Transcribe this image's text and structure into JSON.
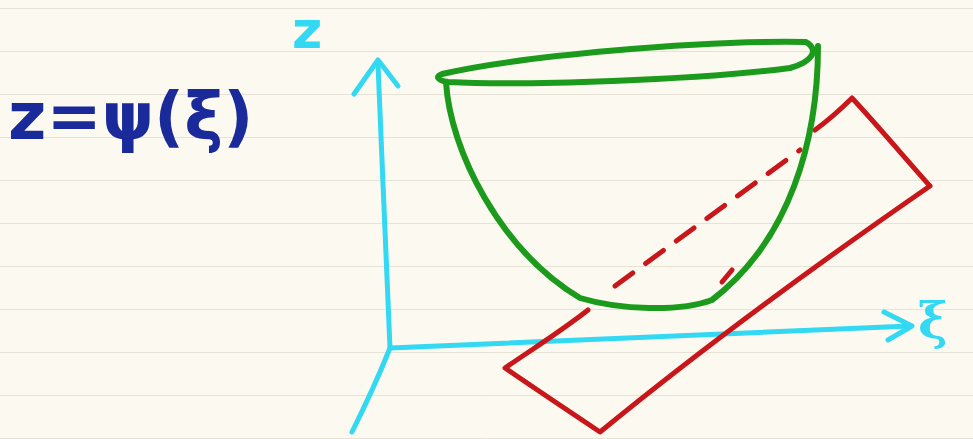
{
  "diagram": {
    "labels": [
      "z=ψ(ξ)",
      "z",
      "ξ"
    ]
  }
}
